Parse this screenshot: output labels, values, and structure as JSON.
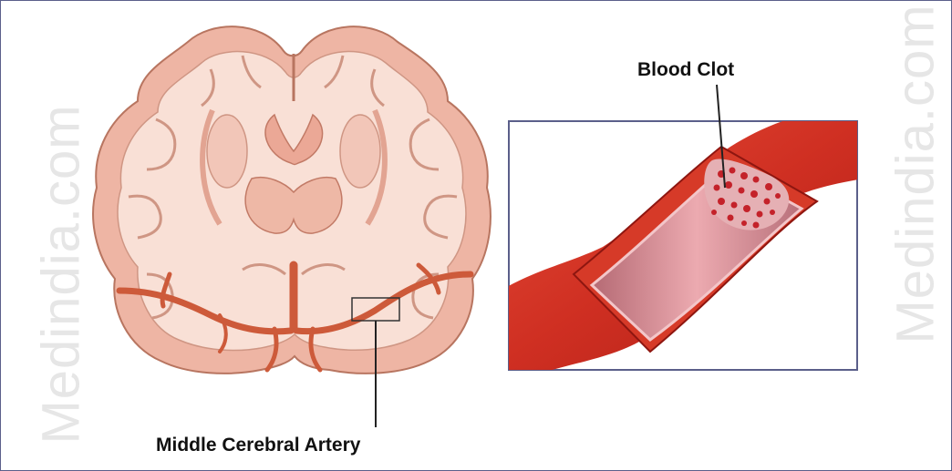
{
  "labels": {
    "middle_cerebral_artery": "Middle Cerebral Artery",
    "blood_clot": "Blood Clot"
  },
  "watermark": {
    "left": "Medindia.com",
    "right": "Medindia.com"
  },
  "colors": {
    "tissue": "#f7d7cc",
    "tissue_outline": "#c98a78",
    "cortex": "#eeb8a8",
    "artery": "#d0593a",
    "vessel_dark": "#b8231a",
    "vessel_mid": "#dc3d2c",
    "lumen": "#d98b90",
    "clot": "#c02020",
    "frame": "#5b5f8a"
  }
}
